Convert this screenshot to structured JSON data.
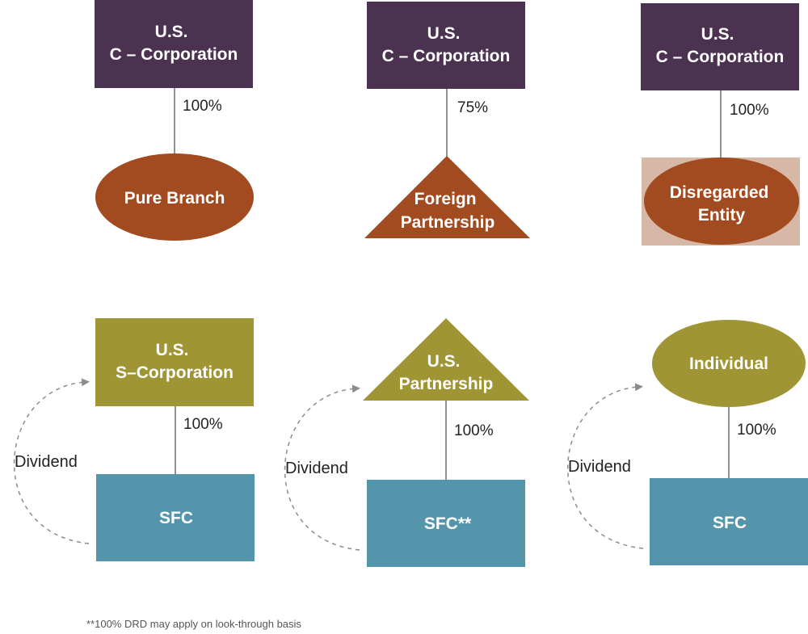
{
  "colors": {
    "us_c_corp": "#4b3250",
    "foreign": "#a24a20",
    "disregarded_bg": "#d7b8a7",
    "owner_olive": "#a09535",
    "sfc": "#5595ac",
    "connector": "#6d6d6d",
    "dividend_arrow": "#8c8c8c"
  },
  "top_row": {
    "col1": {
      "parent": [
        "U.S.",
        "C – Corporation"
      ],
      "pct": "100%",
      "child": [
        "Pure Branch"
      ]
    },
    "col2": {
      "parent": [
        "U.S.",
        "C – Corporation"
      ],
      "pct": "75%",
      "child": [
        "Foreign",
        "Partnership"
      ]
    },
    "col3": {
      "parent": [
        "U.S.",
        "C – Corporation"
      ],
      "pct": "100%",
      "child": [
        "Disregarded",
        "Entity"
      ]
    }
  },
  "bottom_row": {
    "col1": {
      "parent": [
        "U.S.",
        "S–Corporation"
      ],
      "pct": "100%",
      "child": [
        "SFC"
      ],
      "dividend": "Dividend"
    },
    "col2": {
      "parent": [
        "U.S.",
        "Partnership"
      ],
      "pct": "100%",
      "child": [
        "SFC**"
      ],
      "dividend": "Dividend"
    },
    "col3": {
      "parent": [
        "Individual"
      ],
      "pct": "100%",
      "child": [
        "SFC"
      ],
      "dividend": "Dividend"
    }
  },
  "footnote": "**100% DRD may apply on look-through basis"
}
